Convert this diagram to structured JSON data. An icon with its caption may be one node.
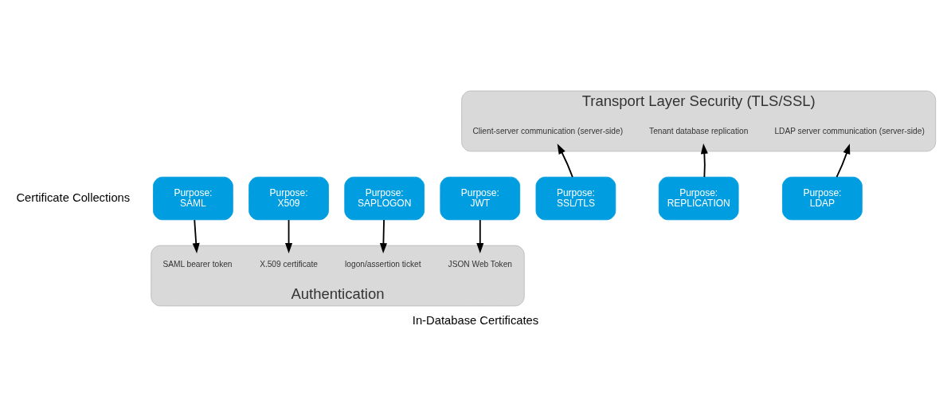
{
  "diagram": {
    "caption": "In-Database Certificates",
    "nodes": [
      {
        "text": [
          "Transport Layer Security (TLS/SSL)"
        ]
      },
      {
        "text": [
          "Client-server communication (server-side)"
        ],
        "in": 0
      },
      {
        "text": [
          "Tenant database replication"
        ],
        "in": 0
      },
      {
        "text": [
          "LDAP server communication (server-side)"
        ],
        "in": 0
      },
      {
        "text": [
          "Purpose:",
          "SAML"
        ]
      },
      {
        "text": [
          "Purpose:",
          "X509"
        ]
      },
      {
        "text": [
          "Purpose:",
          "SAPLOGON"
        ]
      },
      {
        "text": [
          "Purpose:",
          "JWT"
        ]
      },
      {
        "text": [
          "Purpose:",
          "SSL/TLS"
        ]
      },
      {
        "text": [
          "Purpose:",
          "REPLICATION"
        ]
      },
      {
        "text": [
          "Purpose:",
          "LDAP"
        ]
      },
      {
        "text": [
          "Authentication"
        ]
      },
      {
        "text": [
          "SAML bearer token"
        ],
        "in": 11
      },
      {
        "text": [
          "X.509 certificate"
        ],
        "in": 11
      },
      {
        "text": [
          "logon/assertion ticket"
        ],
        "in": 11
      },
      {
        "text": [
          "JSON Web Token"
        ],
        "in": 11
      }
    ],
    "edges": [
      {
        "from": 4,
        "to": 12,
        "arrow": "to"
      },
      {
        "from": 5,
        "to": 13,
        "arrow": "to"
      },
      {
        "from": 6,
        "to": 14,
        "arrow": "to"
      },
      {
        "from": 7,
        "to": 15,
        "arrow": "to"
      },
      {
        "from": 8,
        "to": 1,
        "arrow": "to"
      },
      {
        "from": 9,
        "to": 2,
        "arrow": "to"
      },
      {
        "from": 10,
        "to": 3,
        "arrow": "to"
      }
    ],
    "labels": [
      "Certificate Collections"
    ]
  }
}
